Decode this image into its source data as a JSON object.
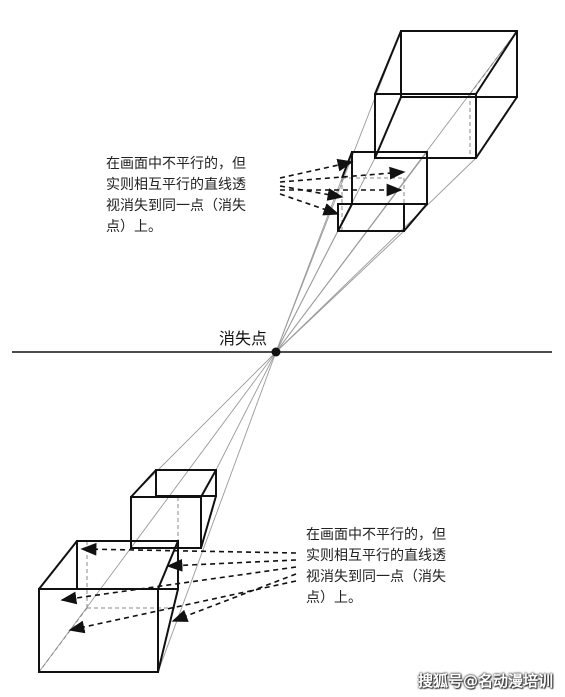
{
  "annotation_top": {
    "line1": "在画面中不平行的，但",
    "line2": "实则相互平行的直线透",
    "line3": "视消失到同一点（消失",
    "line4": "点）上。"
  },
  "annotation_bottom": {
    "line1": "在画面中不平行的，但",
    "line2": "实则相互平行的直线透",
    "line3": "视消失到同一点（消失",
    "line4": "点）上。"
  },
  "vanishing_point_label": "消失点",
  "watermark": "搜狐号@名动漫培训",
  "colors": {
    "ink": "#111111",
    "guide": "#9a9a9a",
    "hidden": "#888888"
  }
}
